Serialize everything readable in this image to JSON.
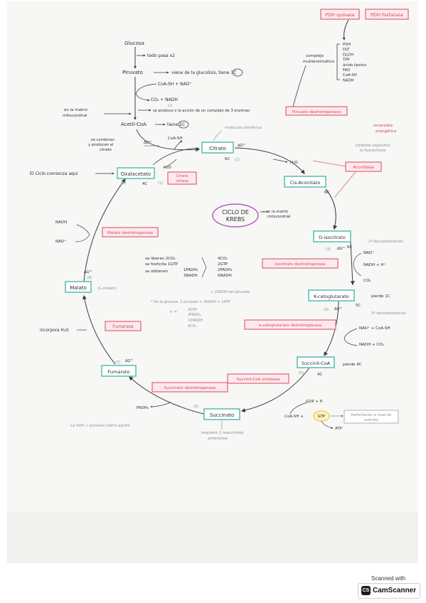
{
  "colors": {
    "paper": "#f7f7f5",
    "ink": "#2a2d33",
    "teal_box": "#5fc2b3",
    "pink_box": "#e06377",
    "purple_circle": "#b259c2",
    "yellow_highlight": "#e8d84a"
  },
  "diagram": {
    "title_line1": "CICLO DE",
    "title_line2": "KREBS",
    "title_note": "→ en la matriz mitocondrial",
    "top_labels": {
      "pdh_quinasa": "PDH quinasa",
      "pdh_fosfatasa": "PDH fosfatasa",
      "complejo_line1": "complejo",
      "complejo_line2": "multienzimático",
      "coenzimas": [
        "PDH",
        "DLT",
        "DLDH",
        "TPP",
        "ácido lipoico",
        "FAD",
        "CoA-SH",
        "NADH"
      ]
    },
    "glucolisis": {
      "glucosa": "Glucosa",
      "todo_x2": "todo pasa x2",
      "piruvato": "Piruvato",
      "piruvato_note": "viene de la glucolisis, tiene 3C",
      "coa_nad": "CoA-SH + NAD⁺",
      "co2_nadh": "CO₂ + NADH",
      "x2": "x2",
      "produce": "se produce x la acción de un complejo de 3 enzimas",
      "piruvato_dh": "Piruvato deshidrogenasa",
      "matriz": "en la matriz mitocondrial",
      "acetil": "Acetil-CoA",
      "acetil_note": "tiene 2C"
    },
    "metabolites": {
      "oxalacetato": "Oxalacetato",
      "citrato": "Citrato",
      "cis_aconitato": "Cis-Aconitato",
      "d_isocitrato": "D-isocitrato",
      "k_cetoglutarato": "K-cetoglutarato",
      "succinil_coa": "Succinil-CoA",
      "succinato": "Succinato",
      "fumarato": "Fumarato",
      "malato": "Malato"
    },
    "enzymes": {
      "citrato_sintasa": "Citrato sintasa",
      "aconitasa": "Aconitasa",
      "isocitrato_dh": "Isocitrato deshidrogenasa",
      "a_cetoglutarato_dh": "α-cetoglutarato deshidrogenasa",
      "succinil_coa_sintetasa": "Succinil-CoA sintetasa",
      "succinato_dh": "Succinato deshidrogenasa",
      "fumarasa": "Fumarasa",
      "malato_dh": "Malato deshidrogenasa"
    },
    "notes": {
      "ciclo_comienza": "El Ciclo comienza aquí",
      "se_combinan_1": "se combinan",
      "se_combinan_2": "y producen el",
      "se_combinan_3": "citrato",
      "coa_sh": "CoA-SH",
      "delta_g": "ΔG°'",
      "h2o": "H₂O",
      "sc6": "6C",
      "four_c": "4C",
      "five_c": "5C",
      "one": "(1)",
      "two": "(2)",
      "three": "(3)",
      "four": "(4)",
      "five": "(5)",
      "six": "(6)",
      "seven": "(7)",
      "eight": "(8)",
      "molecula_simetrica": "molécula simétrica",
      "reversible_1": "reversible",
      "reversible_2": "energética",
      "inhibidor_1": "inhibidor específico",
      "inhibidor_2": "el fluorocitrato",
      "descarboxilacion_1": "1ª descarboxilación",
      "descarboxilacion_2": "2ª descarboxilación",
      "nad": "NAD⁺",
      "nadh_h": "NADH + H⁺",
      "co2": "CO₂",
      "pierde_1c": "pierde 1C",
      "nad_coa": "NAD⁺ + CoA-SH",
      "nadh_co2": "NADH + CO₂",
      "pierde_4c": "pierde 4C",
      "gdp_pi": "GDP + Pᵢ",
      "coash_gtp": "CoA-SH +",
      "gtp": "GTP",
      "fosforilacion_1": "fosforilación a nivel de",
      "fosforilacion_2": "sustrato",
      "atp": "ATP",
      "fadh2": "FADH₂",
      "sdh_note": "· La SDH → proteína hierro-azufre",
      "succinato_note_1": "requiere 2 reacciones",
      "succinato_note_2": "anteriores",
      "incorpora_h2o": "incorpora H₂O",
      "nadh": "NADH",
      "nad_left": "NAD⁺",
      "malato_note": "(L-malato)",
      "summary_1": "se liberan 2CO₂",
      "summary_2": "se fosforila 1GTP",
      "summary_3": "se obtienen",
      "summary_fadh": "1FADH₂",
      "summary_nadh": "3NADH",
      "summary_r1": "4CO₂",
      "summary_r2": "2GTP",
      "summary_r3": "2FADH₂",
      "summary_r4": "6NADH",
      "summary_piruvato": "+ 2NADH del piruvato",
      "de_glucosa": "* De la glucosa: 2 piruvato + 2NADH + 2ATP",
      "de_glucosa_r1": "2GTP",
      "de_glucosa_r2": "2FADH₂",
      "de_glucosa_r3": "10NADH",
      "de_glucosa_r4": "4CO₂",
      "pasa": "↳ ="
    },
    "scanner": {
      "line1": "Scanned with",
      "logo": "CS",
      "brand": "CamScanner"
    }
  }
}
